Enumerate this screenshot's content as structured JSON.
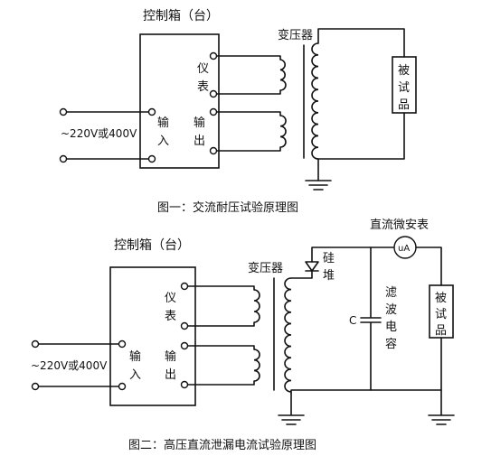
{
  "diagram1": {
    "control_box_title": "控制箱（台）",
    "meter_label": "仪表",
    "input_label": "输入",
    "output_label": "输出",
    "supply_label": "~220V或400V",
    "transformer_label": "变压器",
    "test_object_label": "被试品",
    "caption": "图一：交流耐压试验原理图"
  },
  "diagram2": {
    "control_box_title": "控制箱（台）",
    "meter_label": "仪表",
    "input_label": "输入",
    "output_label": "输出",
    "supply_label": "~220V或400V",
    "transformer_label": "变压器",
    "rectifier_label": "硅堆",
    "microammeter_label": "直流微安表",
    "microammeter_symbol": "uA",
    "capacitor_symbol": "C",
    "filter_cap_label": "滤波电容",
    "test_object_label": "被试品",
    "caption": "图二：高压直流泄漏电流试验原理图"
  }
}
